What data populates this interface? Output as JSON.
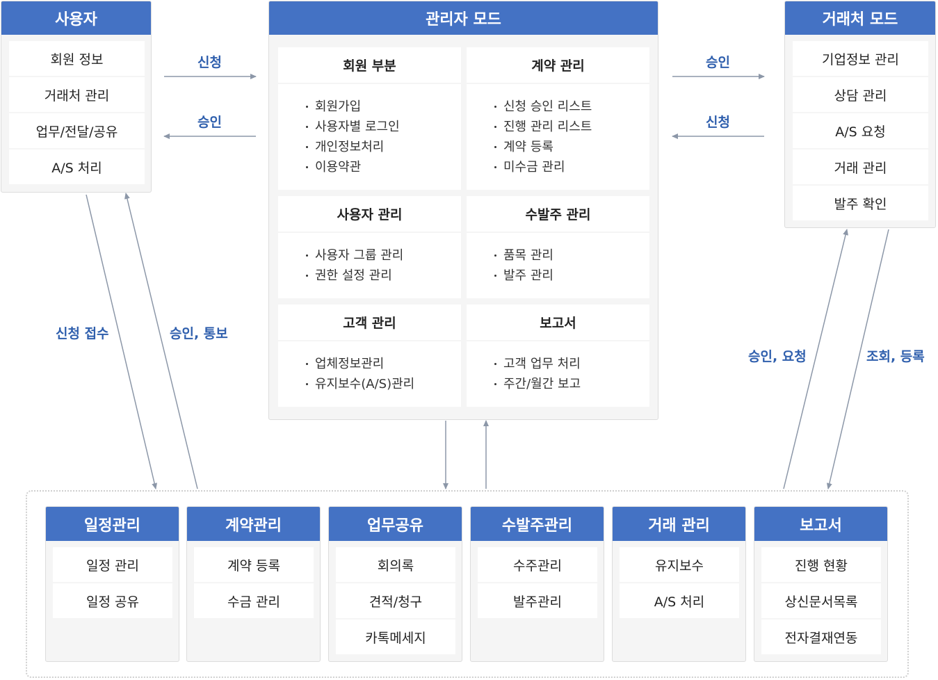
{
  "user_panel": {
    "title": "사용자",
    "items": [
      "회원 정보",
      "거래처 관리",
      "업무/전달/공유",
      "A/S 처리"
    ]
  },
  "admin_panel": {
    "title": "관리자 모드",
    "sections": [
      {
        "title": "회원 부분",
        "items": [
          "회원가입",
          "사용자별 로그인",
          "개인정보처리",
          "이용약관"
        ]
      },
      {
        "title": "계약 관리",
        "items": [
          "신청 승인 리스트",
          "진행 관리 리스트",
          "계약 등록",
          "미수금 관리"
        ]
      },
      {
        "title": "사용자 관리",
        "items": [
          "사용자 그룹 관리",
          "권한 설정 관리"
        ]
      },
      {
        "title": "수발주 관리",
        "items": [
          "품목 관리",
          "발주 관리"
        ]
      },
      {
        "title": "고객 관리",
        "items": [
          "업체정보관리",
          "유지보수(A/S)관리"
        ]
      },
      {
        "title": "보고서",
        "items": [
          "고객 업무 처리",
          "주간/월간 보고"
        ]
      }
    ]
  },
  "partner_panel": {
    "title": "거래처 모드",
    "items": [
      "기업정보 관리",
      "상담 관리",
      "A/S 요청",
      "거래 관리",
      "발주 확인"
    ]
  },
  "arrow_labels": {
    "user_to_admin": "신청",
    "admin_to_user": "승인",
    "admin_to_partner": "승인",
    "partner_to_admin": "신청",
    "user_down": "신청 접수",
    "user_up": "승인, 통보",
    "partner_up": "승인, 요청",
    "partner_down": "조회, 등록"
  },
  "modules": [
    {
      "title": "일정관리",
      "items": [
        "일정 관리",
        "일정 공유"
      ]
    },
    {
      "title": "계약관리",
      "items": [
        "계약 등록",
        "수금 관리"
      ]
    },
    {
      "title": "업무공유",
      "items": [
        "회의록",
        "견적/청구",
        "카톡메세지"
      ]
    },
    {
      "title": "수발주관리",
      "items": [
        "수주관리",
        "발주관리"
      ]
    },
    {
      "title": "거래 관리",
      "items": [
        "유지보수",
        "A/S 처리"
      ]
    },
    {
      "title": "보고서",
      "items": [
        "진행 현황",
        "상신문서목록",
        "전자결재연동"
      ]
    }
  ],
  "colors": {
    "accent": "#4472c4",
    "arrow": "#8c97a8",
    "label": "#2f5fad"
  }
}
